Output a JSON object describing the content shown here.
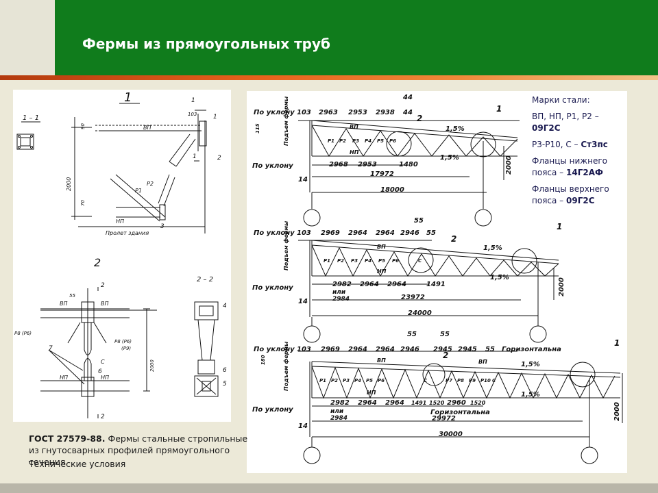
{
  "slide": {
    "title": "Фермы из прямоугольных труб",
    "caption_bold": "ГОСТ 27579-88.",
    "caption_text": " Фермы стальные стропильные из гнутосварных профилей прямоугольного сечения.",
    "caption_sub": "Технические условия"
  },
  "steel": {
    "header": "Марки стали:",
    "items": [
      {
        "label": "ВП, НП, Р1, Р2 – ",
        "value": "09Г2С"
      },
      {
        "label": "Р3-Р10, С – ",
        "value": "Ст3пс"
      },
      {
        "label": "Фланцы нижнего пояса – ",
        "value": "14Г2АФ"
      },
      {
        "label": "Фланцы верхнего пояса – ",
        "value": "09Г2С"
      }
    ]
  },
  "left_drawing": {
    "view1_label": "1",
    "section11_label": "1 – 1",
    "view2_label": "2",
    "section22_label": "2 – 2",
    "dim_2000": "2000",
    "dim_90": "90",
    "dim_70": "70",
    "dim_103": "103",
    "dim_55": "55",
    "label_vp": "ВП",
    "label_np": "НП",
    "label_r1": "Р1",
    "label_r2": "Р2",
    "label_c": "С",
    "label_p8p6": "Р8 (Р6)",
    "label_p8p6_r": "Р8 (Р6)",
    "label_p9": "(Р9)",
    "span_label": "Пролет здания",
    "callout_1": "1",
    "callout_2": "2",
    "callout_3": "3",
    "callout_4": "4",
    "callout_5": "5",
    "callout_6": "6",
    "callout_7": "7"
  },
  "trusses": [
    {
      "top_dims": [
        "103",
        "2963",
        "2953",
        "2938",
        "44"
      ],
      "top_extra": "44",
      "bottom_dims": [
        "2968",
        "2953",
        "1480"
      ],
      "panel_labels": [
        "Р1",
        "Р2",
        "Р3",
        "Р4",
        "Р5",
        "Р6"
      ],
      "chord_top": "ВП",
      "chord_bottom": "НП",
      "slope_top": "1,5%",
      "slope_bottom": "1,5%",
      "inner_span": "17972",
      "span": "18000",
      "height_label": "2000",
      "left_height": "115",
      "rise": "Подъем фермы",
      "label_top_slope": "По уклону",
      "label_bottom_slope": "По уклону",
      "callout_1": "1",
      "callout_2": "2",
      "support": "14"
    },
    {
      "top_dims": [
        "103",
        "2969",
        "2964",
        "2964",
        "2946",
        "55"
      ],
      "top_extra": "55",
      "bottom_dims": [
        "2982",
        "2964",
        "2964",
        "1491"
      ],
      "bottom_alt_a": "или",
      "bottom_alt_b": "2984",
      "panel_labels": [
        "Р1",
        "Р2",
        "Р3",
        "Р4",
        "Р5",
        "Р6",
        "С"
      ],
      "chord_top": "ВП",
      "chord_bottom": "НП",
      "slope_top": "1,5%",
      "slope_bottom": "1,5%",
      "inner_span": "23972",
      "span": "24000",
      "height_label": "2000",
      "rise": "Подъем фермы",
      "label_top_slope": "По уклону",
      "label_bottom_slope": "По уклону",
      "callout_1": "1",
      "callout_2": "2",
      "support": "14"
    },
    {
      "top_dims": [
        "103",
        "2969",
        "2964",
        "2964",
        "2946",
        "2945",
        "2945",
        "55"
      ],
      "top_extra_a": "55",
      "top_extra_b": "55",
      "top_horizontal": "Горизонтальна",
      "bottom_dims": [
        "2982",
        "2964",
        "2964",
        "1491",
        "1520",
        "2960",
        "1520"
      ],
      "bottom_alt_a": "или",
      "bottom_alt_b": "2984",
      "bottom_horizontal": "Горизонтальна",
      "panel_labels": [
        "Р1",
        "Р2",
        "Р3",
        "Р4",
        "Р5",
        "Р6",
        "С",
        "Р7",
        "Р8",
        "Р9",
        "Р10",
        "С"
      ],
      "chord_top": "ВП",
      "chord_bottom": "НП",
      "slope_top": "1,5%",
      "slope_bottom": "1,5%",
      "inner_span": "29972",
      "span": "30000",
      "height_label": "2000",
      "left_height": "180",
      "rise": "Подъем фермы",
      "label_top_slope": "По уклону",
      "label_bottom_slope": "По уклону",
      "callout_1": "1",
      "callout_2": "2",
      "support": "14"
    }
  ]
}
